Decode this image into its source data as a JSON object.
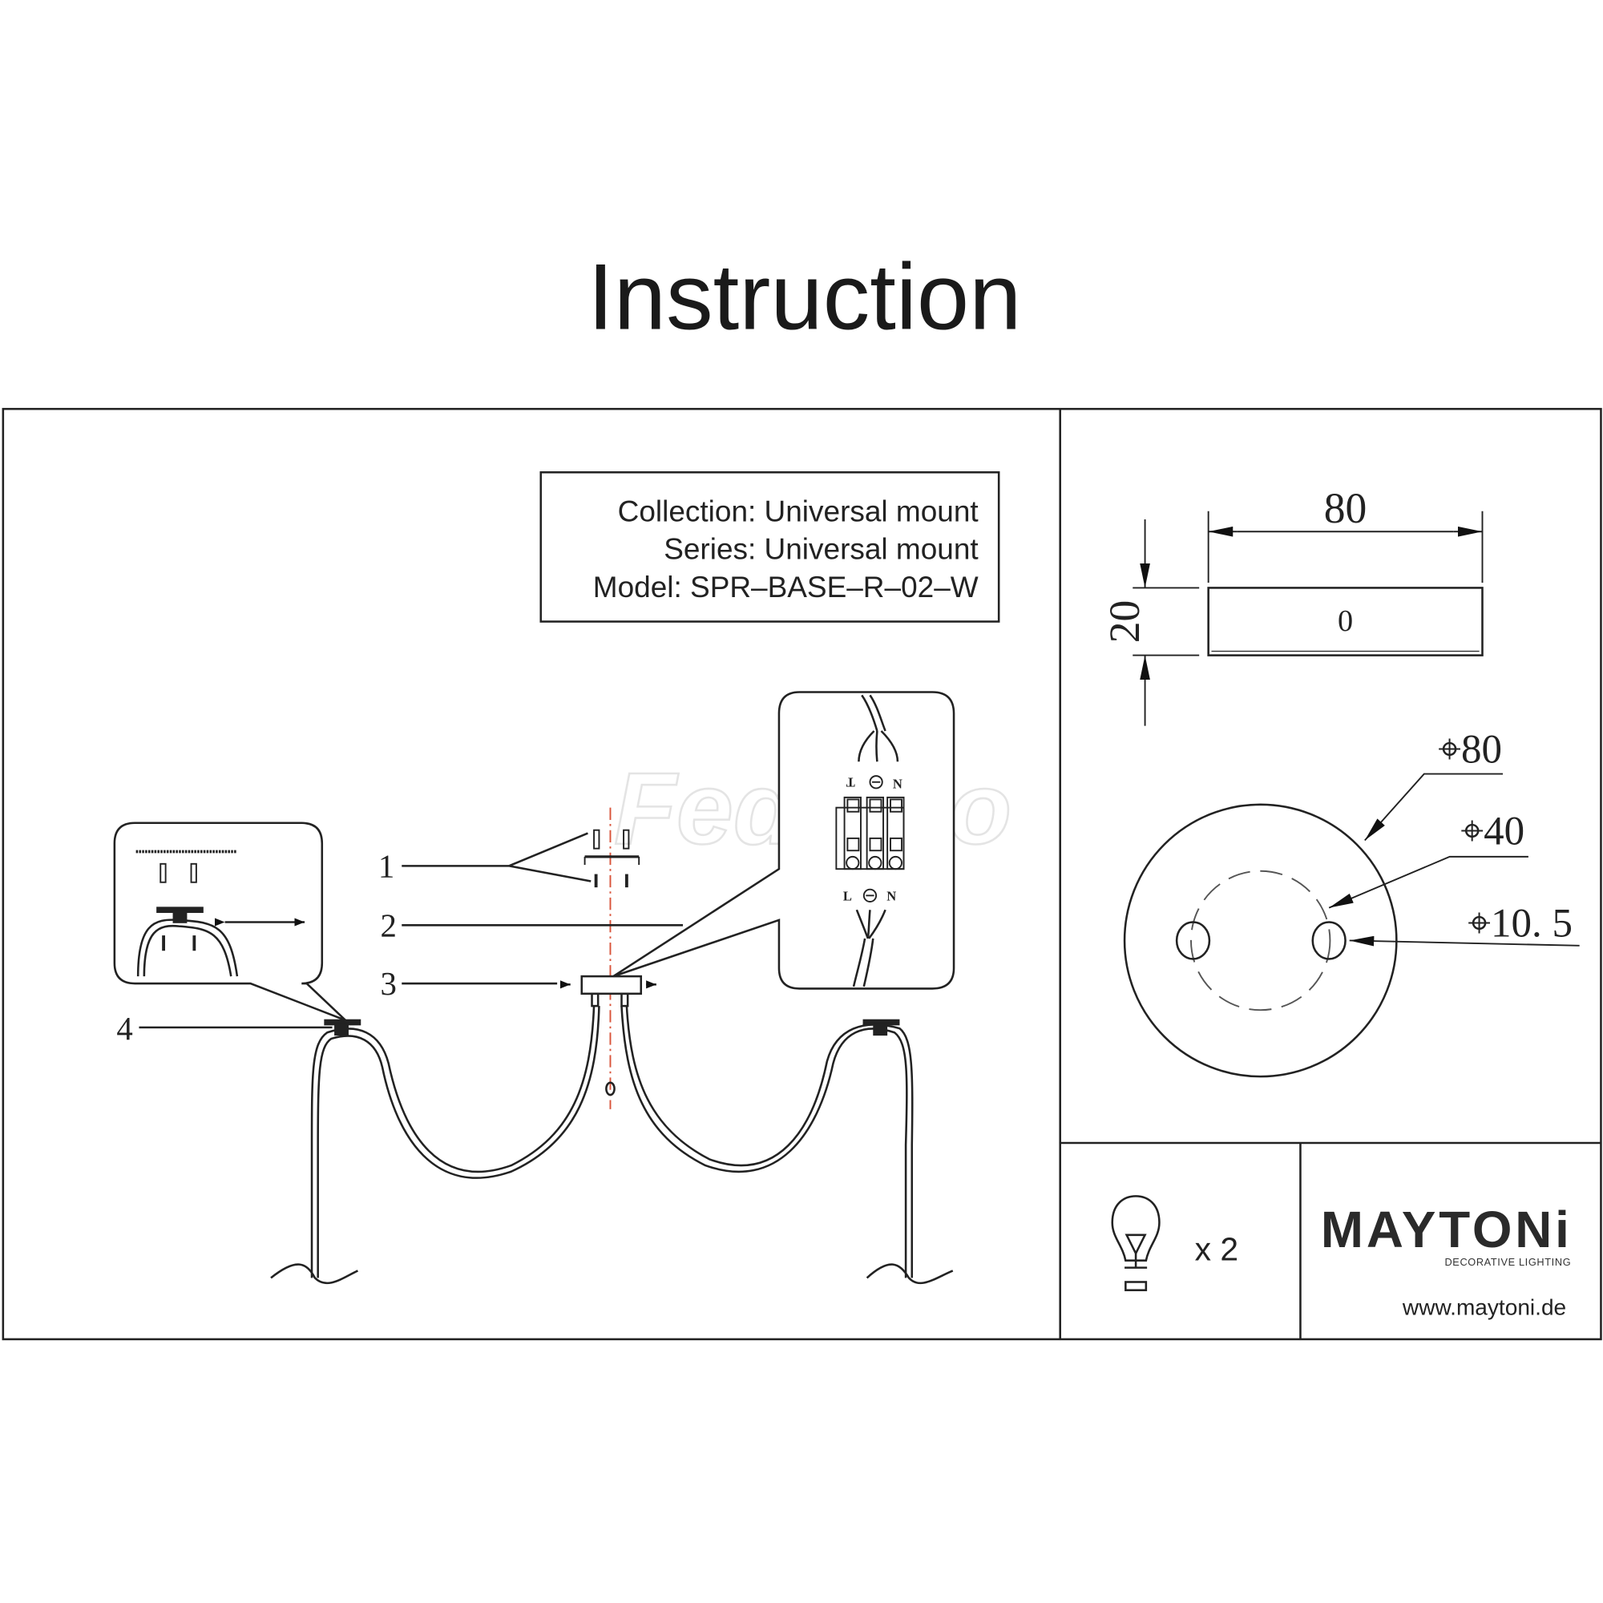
{
  "title": "Instruction",
  "info": {
    "collection": "Collection: Universal  mount",
    "series": "Series: Universal  mount",
    "model": "Model: SPR–BASE–R–02–W"
  },
  "callouts": [
    "1",
    "2",
    "3",
    "4"
  ],
  "terminal": {
    "top": [
      "T",
      "N"
    ],
    "bottom": [
      "L",
      "N"
    ]
  },
  "watermark": "Fedomo",
  "dimensions": {
    "width": "80",
    "height": "20",
    "inner": "0",
    "d_outer": "⌖80",
    "d_mid": "⌖40",
    "d_hole": "⌖10. 5"
  },
  "bulb": {
    "count": "x  2"
  },
  "brand": {
    "name": "MAYTONi",
    "tagline": "DECORATIVE LIGHTING",
    "url": "www.maytoni.de"
  }
}
